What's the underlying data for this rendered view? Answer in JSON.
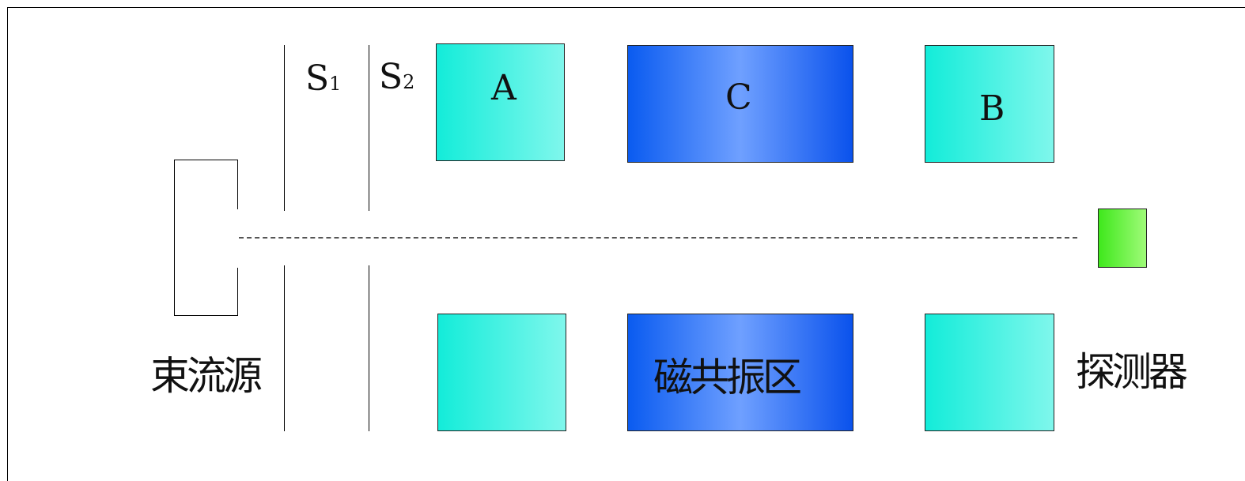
{
  "labels": {
    "source": "束流源",
    "slit1_main": "S",
    "slit1_sub": "1",
    "slit2_main": "S",
    "slit2_sub": "2",
    "magnet_a": "A",
    "magnet_c": "C",
    "magnet_b": "B",
    "resonance_region": "磁共振区",
    "detector": "探测器"
  },
  "colors": {
    "magnet_ab": "#13ecd9",
    "magnet_c": "#0a5bf0",
    "detector": "#3fe81c"
  }
}
